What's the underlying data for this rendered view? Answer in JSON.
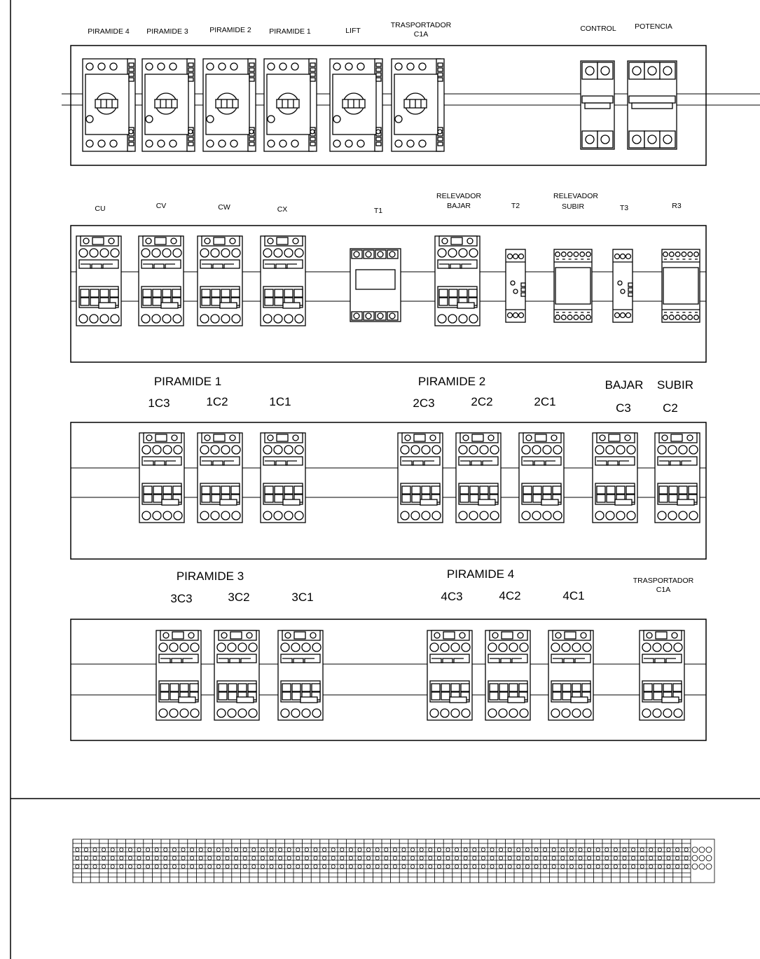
{
  "row1": {
    "breaker_labels": [
      "PIRAMIDE 4",
      "PIRAMIDE 3",
      "PIRAMIDE 2",
      "PIRAMIDE 1",
      "LIFT"
    ],
    "conveyor_label": [
      "TRASPORTADOR",
      "C1A"
    ],
    "control_label": "CONTROL",
    "potencia_label": "POTENCIA"
  },
  "row2": {
    "cu": "CU",
    "cv": "CV",
    "cw": "CW",
    "cx": "CX",
    "t1": "T1",
    "relay_down": [
      "RELEVADOR",
      "BAJAR"
    ],
    "t2": "T2",
    "relay_up": [
      "RELEVADOR",
      "SUBIR"
    ],
    "t3": "T3",
    "r3": "R3"
  },
  "row3": {
    "group1_title": "PIRAMIDE 1",
    "group1_contactors": [
      "1C3",
      "1C2",
      "1C1"
    ],
    "group2_title": "PIRAMIDE 2",
    "group2_contactors": [
      "2C3",
      "2C2",
      "2C1"
    ],
    "bajar_title": "BAJAR",
    "subir_title": "SUBIR",
    "bajar_contactor": "C3",
    "subir_contactor": "C2"
  },
  "row4": {
    "group3_title": "PIRAMIDE 3",
    "group3_contactors": [
      "3C3",
      "3C2",
      "3C1"
    ],
    "group4_title": "PIRAMIDE 4",
    "group4_contactors": [
      "4C3",
      "4C2",
      "4C1"
    ],
    "conveyor_label": [
      "TRASPORTADOR",
      "C1A"
    ]
  }
}
